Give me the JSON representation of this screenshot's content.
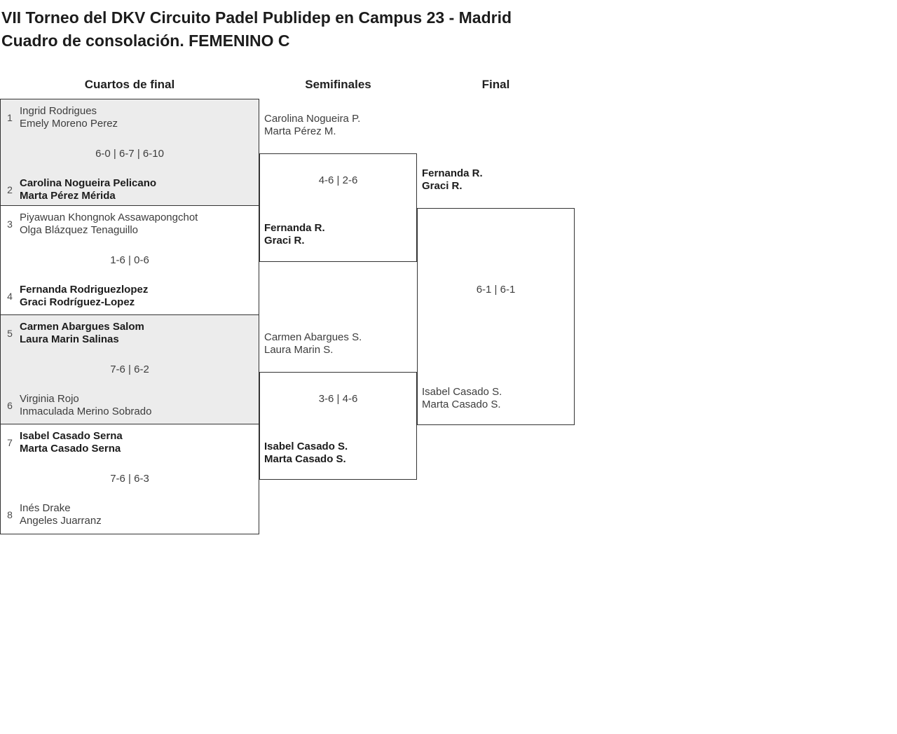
{
  "title": {
    "line1": "VII Torneo del DKV Circuito Padel Publidep en Campus 23 - Madrid",
    "line2": "Cuadro de consolación. FEMENINO C"
  },
  "round_headers": {
    "quarterfinals": "Cuartos de final",
    "semifinals": "Semifinales",
    "final": "Final"
  },
  "bracket": {
    "quarterfinals": [
      {
        "seed_top": "1",
        "team_top": {
          "player1": "Ingrid Rodrigues",
          "player2": "Emely Moreno Perez",
          "winner": false
        },
        "score": "6-0 | 6-7 | 6-10",
        "seed_bottom": "2",
        "team_bottom": {
          "player1": "Carolina Nogueira Pelicano",
          "player2": "Marta Pérez Mérida",
          "winner": true
        }
      },
      {
        "seed_top": "3",
        "team_top": {
          "player1": "Piyawuan Khongnok Assawapongchot",
          "player2": "Olga Blázquez Tenaguillo",
          "winner": false
        },
        "score": "1-6 | 0-6",
        "seed_bottom": "4",
        "team_bottom": {
          "player1": "Fernanda Rodriguezlopez",
          "player2": "Graci Rodríguez-Lopez",
          "winner": true
        }
      },
      {
        "seed_top": "5",
        "team_top": {
          "player1": "Carmen Abargues Salom",
          "player2": "Laura Marin Salinas",
          "winner": true
        },
        "score": "7-6 | 6-2",
        "seed_bottom": "6",
        "team_bottom": {
          "player1": "Virginia Rojo",
          "player2": "Inmaculada Merino Sobrado",
          "winner": false
        }
      },
      {
        "seed_top": "7",
        "team_top": {
          "player1": "Isabel Casado Serna",
          "player2": "Marta Casado Serna",
          "winner": true
        },
        "score": "7-6 | 6-3",
        "seed_bottom": "8",
        "team_bottom": {
          "player1": "Inés Drake",
          "player2": "Angeles Juarranz",
          "winner": false
        }
      }
    ],
    "semifinals": [
      {
        "team_top": {
          "player1": "Carolina Nogueira P.",
          "player2": "Marta Pérez M.",
          "winner": false
        },
        "score": "4-6 | 2-6",
        "team_bottom": {
          "player1": "Fernanda R.",
          "player2": "Graci R.",
          "winner": true
        }
      },
      {
        "team_top": {
          "player1": "Carmen Abargues S.",
          "player2": "Laura Marin S.",
          "winner": false
        },
        "score": "3-6 | 4-6",
        "team_bottom": {
          "player1": "Isabel Casado S.",
          "player2": "Marta Casado S.",
          "winner": true
        }
      }
    ],
    "final": {
      "team_top": {
        "player1": "Fernanda R.",
        "player2": "Graci R.",
        "winner": true
      },
      "score": "6-1 | 6-1",
      "team_bottom": {
        "player1": "Isabel Casado S.",
        "player2": "Marta Casado S.",
        "winner": false
      }
    }
  },
  "colors": {
    "block_shaded_bg": "#ececec",
    "block_plain_bg": "#ffffff",
    "border": "#333333",
    "text_primary": "#1c1c1c",
    "text_secondary": "#3d3d3d"
  }
}
